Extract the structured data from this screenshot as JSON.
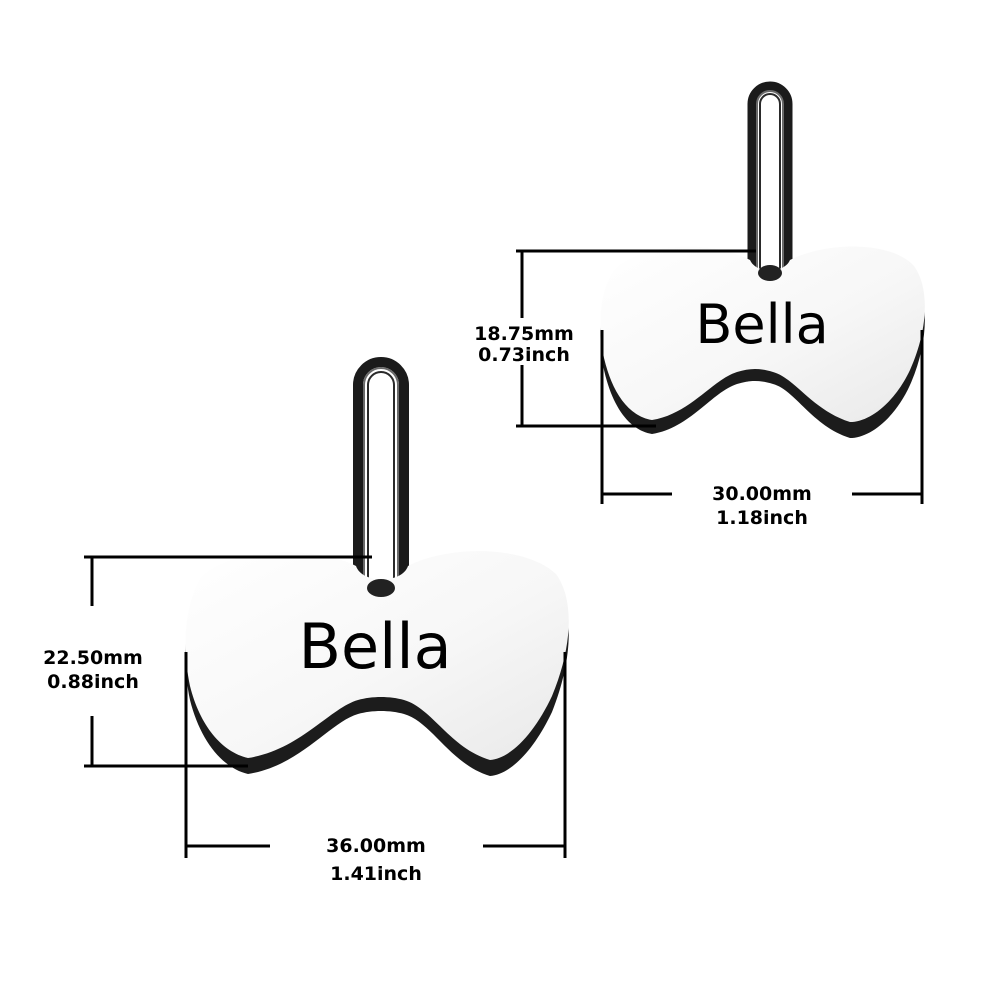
{
  "large_tag": {
    "engraving": "Bella",
    "height_mm": "22.50mm",
    "height_inch": "0.88inch",
    "width_mm": "36.00mm",
    "width_inch": "1.41inch"
  },
  "small_tag": {
    "engraving": "Bella",
    "height_mm": "18.75mm",
    "height_inch": "0.73inch",
    "width_mm": "30.00mm",
    "width_inch": "1.18inch"
  },
  "colors": {
    "background": "#ffffff",
    "line": "#000000",
    "tag_face": "#ffffff",
    "tag_edge": "#1a1a1a",
    "ring": "#222222"
  }
}
